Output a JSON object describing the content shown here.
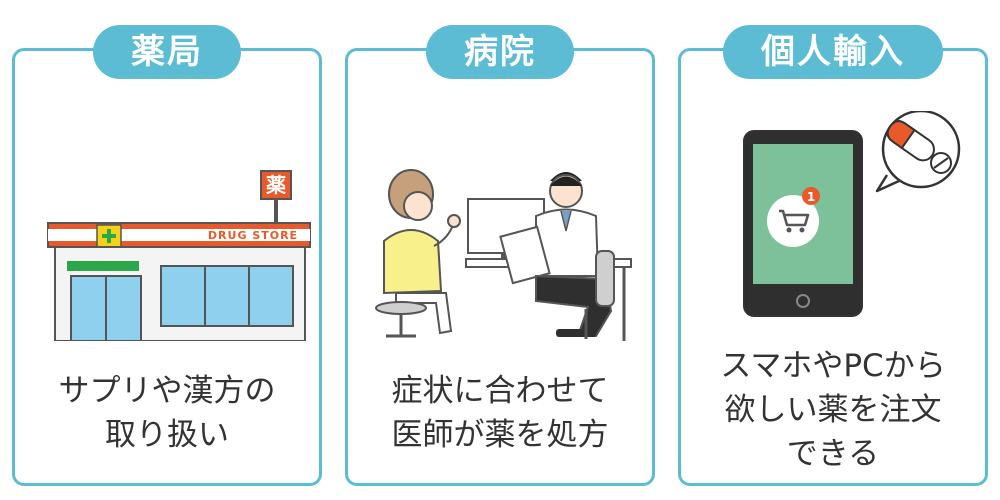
{
  "colors": {
    "accent": "#5bbcd3",
    "store_stripe": "#e85a2a",
    "pharmacy_green": "#2aa748",
    "phone_screen": "#7cc19a"
  },
  "cards": [
    {
      "title": "薬局",
      "caption": [
        "サプリや漢方の",
        "取り扱い"
      ],
      "sign_char": "薬",
      "store_text": "DRUG STORE",
      "icons": [
        "drugstore-icon"
      ]
    },
    {
      "title": "病院",
      "caption": [
        "症状に合わせて",
        "医師が薬を処方"
      ],
      "icons": [
        "doctor-consultation-icon"
      ]
    },
    {
      "title": "個人輸入",
      "caption": [
        "スマホやPCから",
        "欲しい薬を注文",
        "できる"
      ],
      "cart_badge": "1",
      "icons": [
        "smartphone-icon",
        "cart-icon",
        "capsule-pill-icon"
      ]
    }
  ]
}
